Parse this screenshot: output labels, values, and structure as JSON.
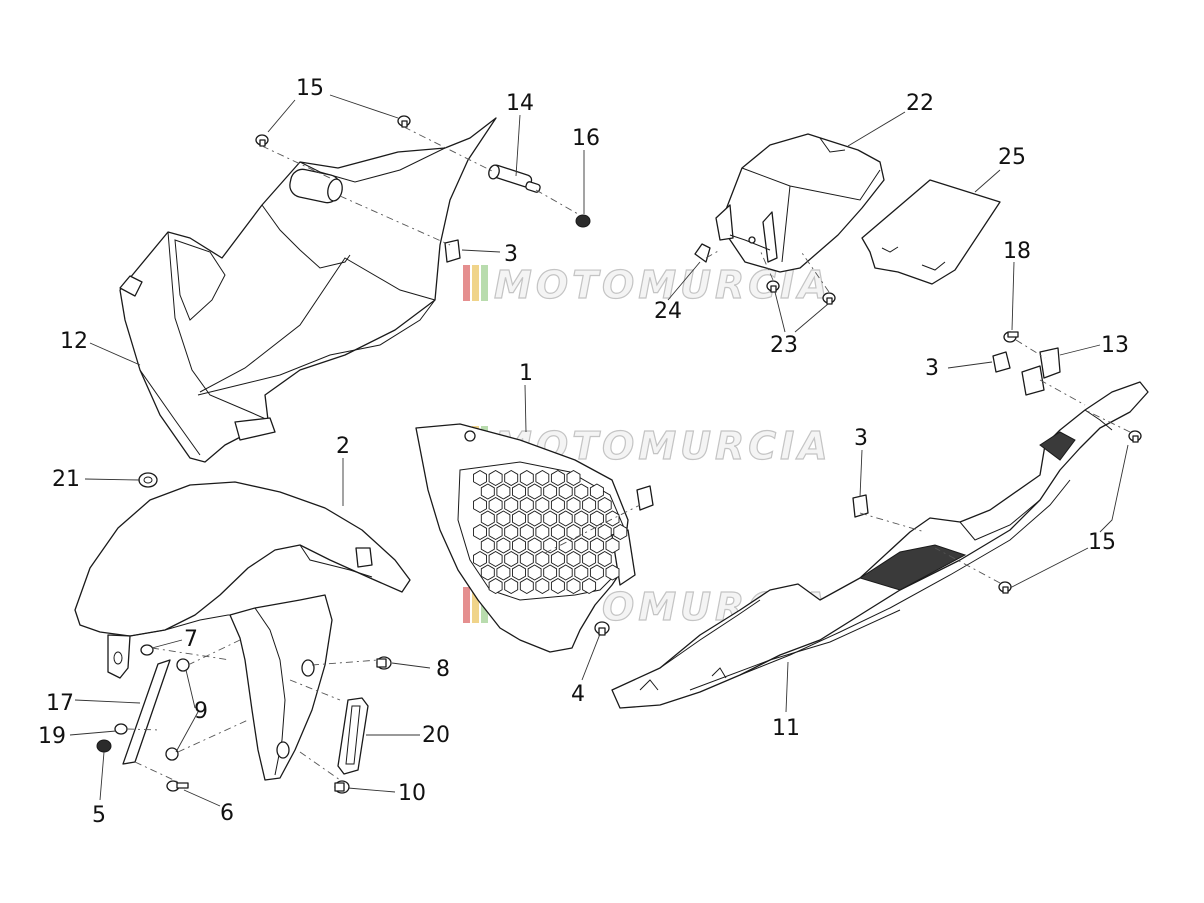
{
  "watermark": {
    "text": "MOTOMURCIA",
    "colors": {
      "red": "#e58f8f",
      "yellow": "#f0d48a",
      "green": "#b9dcae",
      "outline": "#c4c4c4"
    }
  },
  "callouts": [
    {
      "id": "c15a",
      "label": "15"
    },
    {
      "id": "c14",
      "label": "14"
    },
    {
      "id": "c16",
      "label": "16"
    },
    {
      "id": "c22",
      "label": "22"
    },
    {
      "id": "c25",
      "label": "25"
    },
    {
      "id": "c3a",
      "label": "3"
    },
    {
      "id": "c24",
      "label": "24"
    },
    {
      "id": "c23",
      "label": "23"
    },
    {
      "id": "c18",
      "label": "18"
    },
    {
      "id": "c13",
      "label": "13"
    },
    {
      "id": "c3b",
      "label": "3"
    },
    {
      "id": "c12",
      "label": "12"
    },
    {
      "id": "c1",
      "label": "1"
    },
    {
      "id": "c2",
      "label": "2"
    },
    {
      "id": "c3c",
      "label": "3"
    },
    {
      "id": "c21",
      "label": "21"
    },
    {
      "id": "c15b",
      "label": "15"
    },
    {
      "id": "c7",
      "label": "7"
    },
    {
      "id": "c8",
      "label": "8"
    },
    {
      "id": "c17",
      "label": "17"
    },
    {
      "id": "c9",
      "label": "9"
    },
    {
      "id": "c4",
      "label": "4"
    },
    {
      "id": "c11",
      "label": "11"
    },
    {
      "id": "c19",
      "label": "19"
    },
    {
      "id": "c20",
      "label": "20"
    },
    {
      "id": "c10",
      "label": "10"
    },
    {
      "id": "c5",
      "label": "5"
    },
    {
      "id": "c6",
      "label": "6"
    }
  ]
}
